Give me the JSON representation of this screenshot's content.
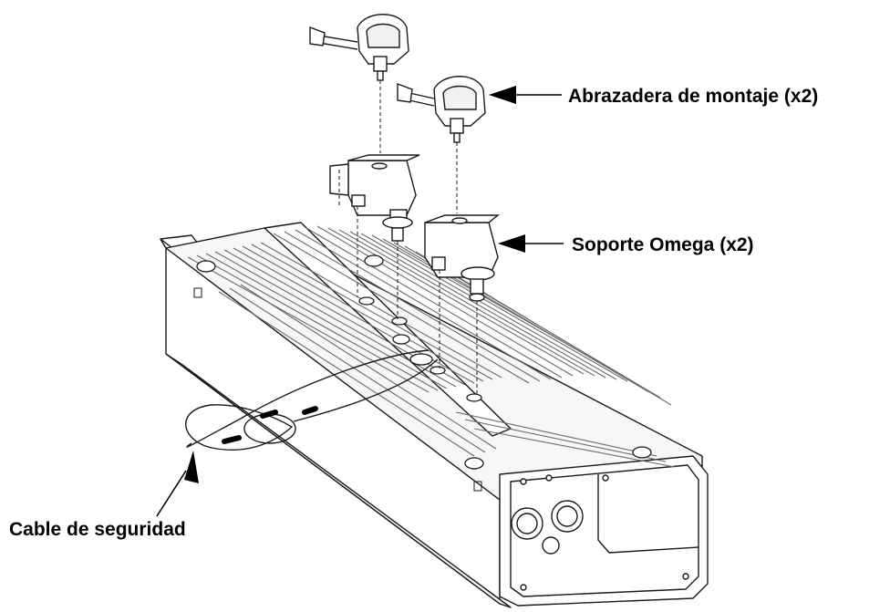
{
  "labels": {
    "clamp": "Abrazadera de montaje (x2)",
    "omega": "Soporte Omega (x2)",
    "cable": "Cable de seguridad"
  },
  "colors": {
    "line": "#1a1a1a",
    "fin": "#6a6a6a",
    "fill": "#ffffff",
    "accent_dark": "#000000"
  }
}
